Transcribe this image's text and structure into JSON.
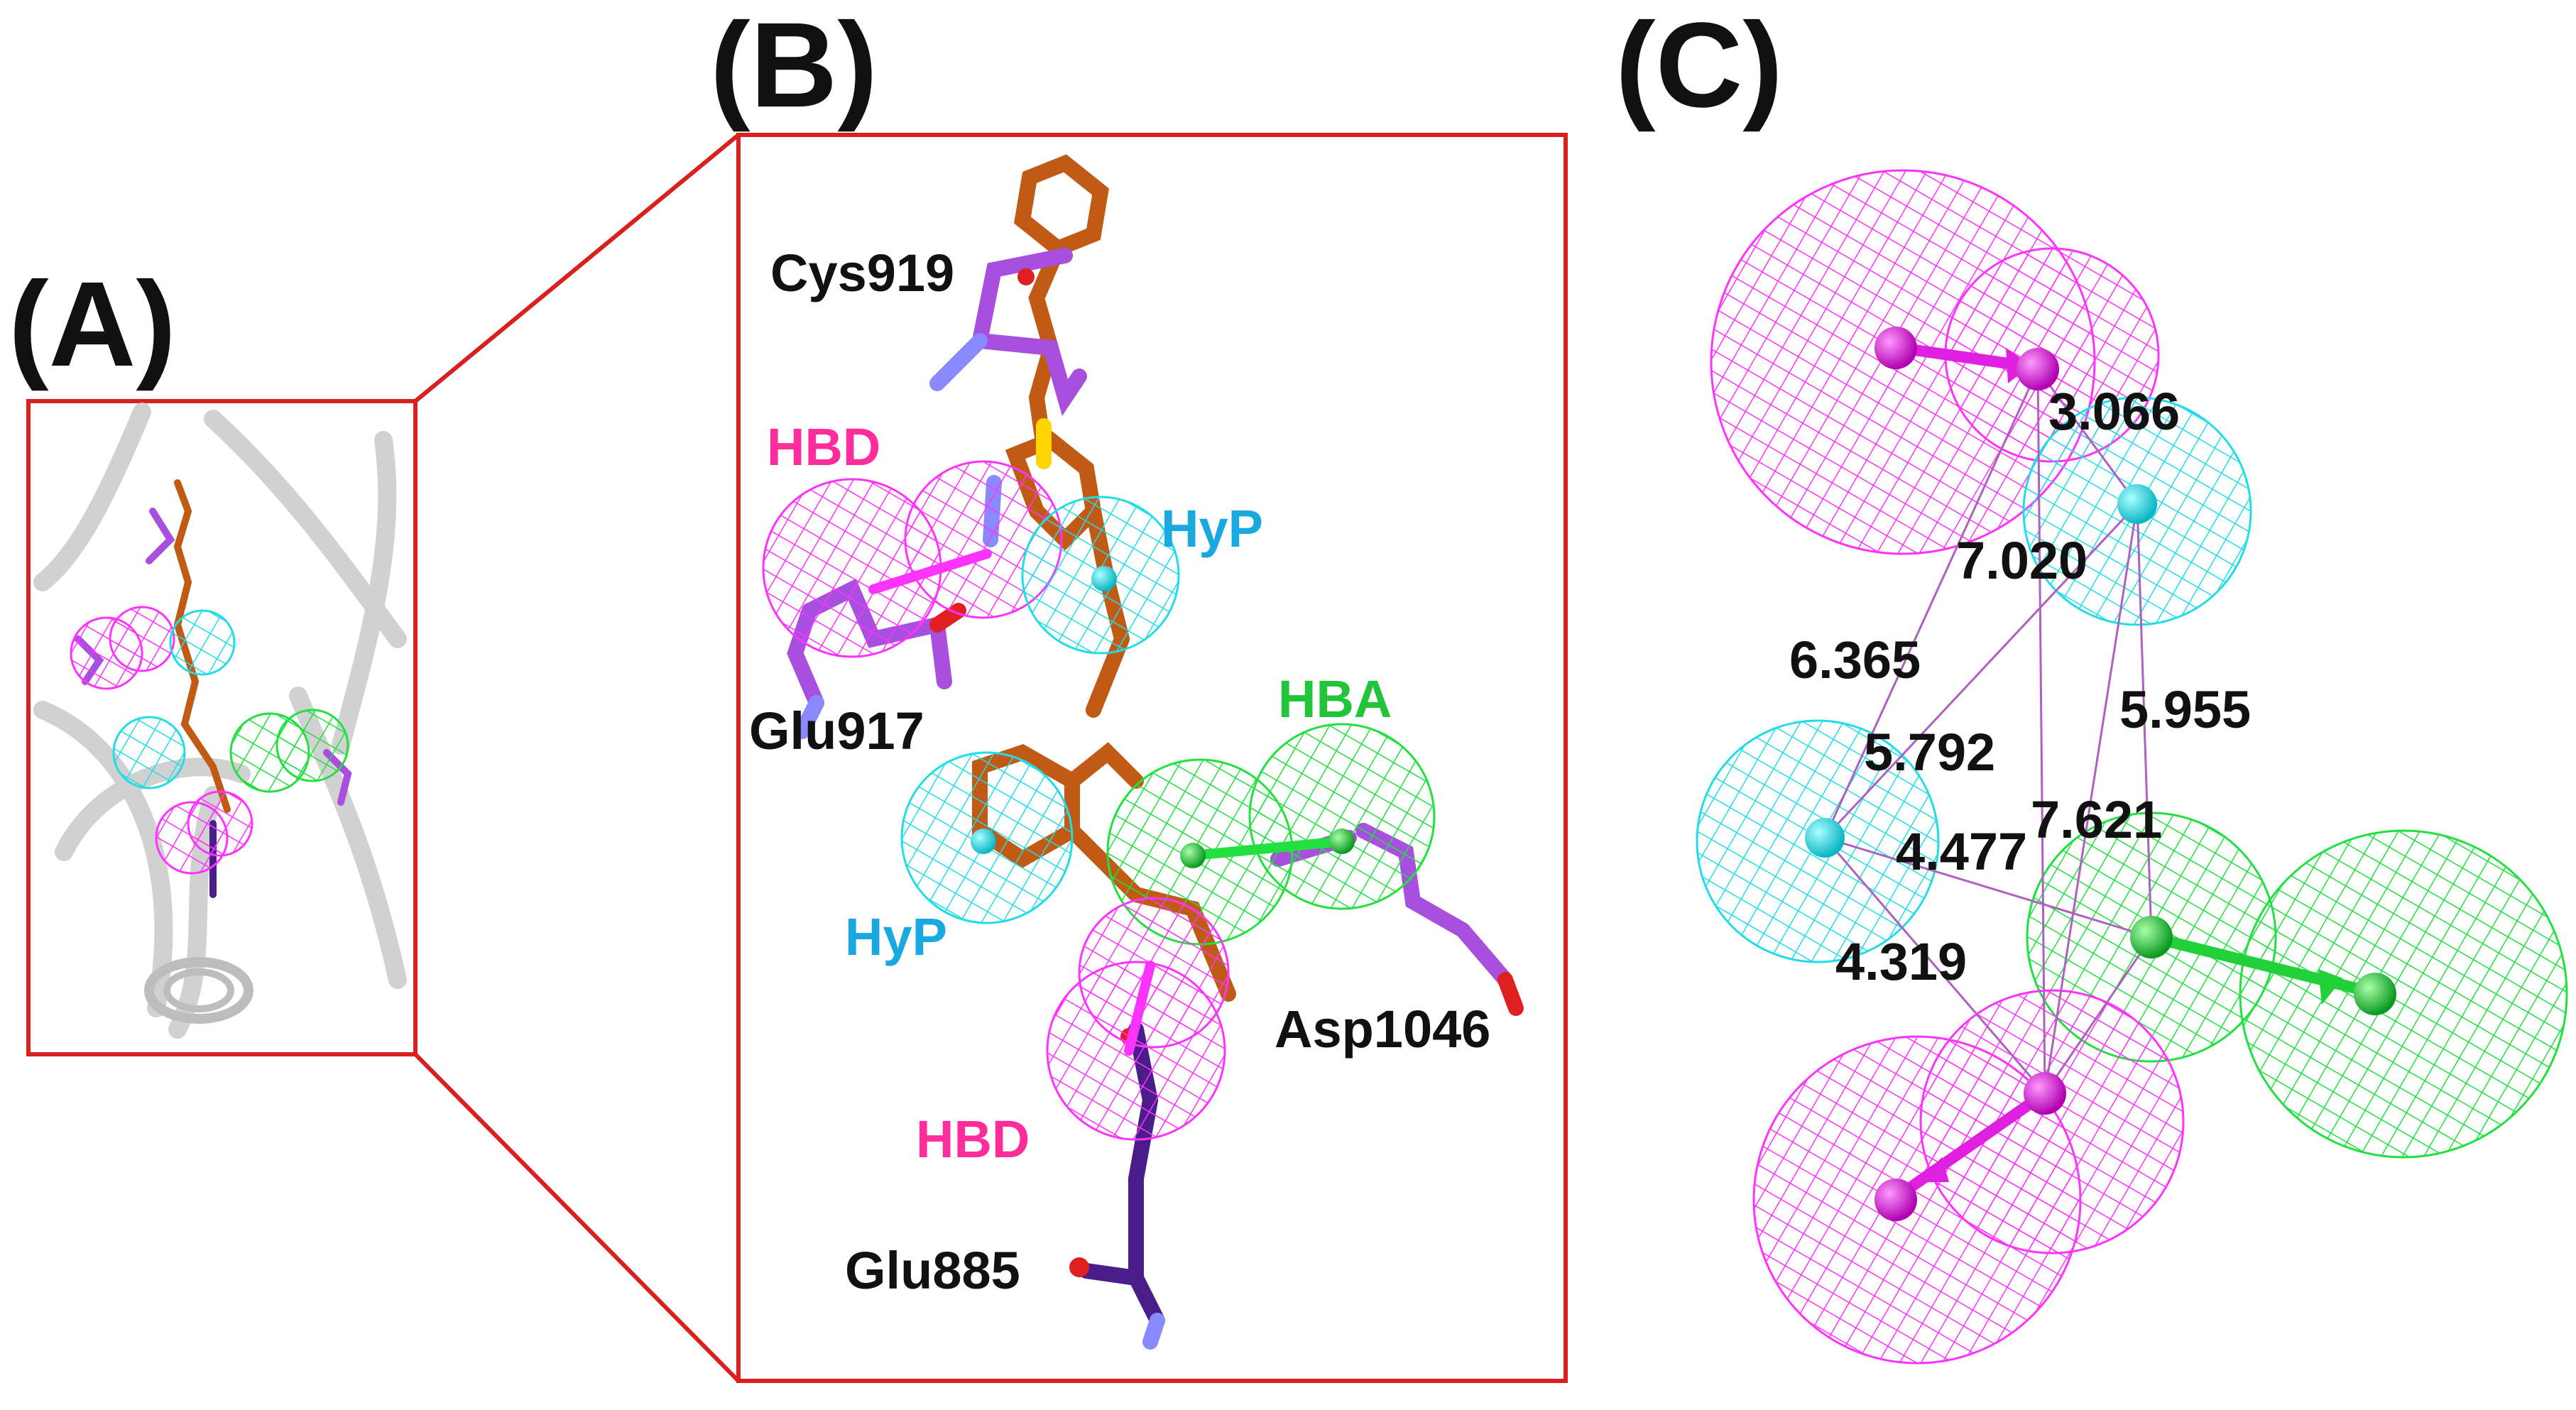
{
  "panels": {
    "a": {
      "label": "(A)"
    },
    "b": {
      "label": "(B)"
    },
    "c": {
      "label": "(C)"
    }
  },
  "residues": {
    "cys919": "Cys919",
    "glu917": "Glu917",
    "asp1046": "Asp1046",
    "glu885": "Glu885"
  },
  "features": {
    "hbd_top": "HBD",
    "hbd_bottom": "HBD",
    "hyp_top": "HyP",
    "hyp_bottom": "HyP",
    "hba": "HBA"
  },
  "distances": {
    "d1": "3.066",
    "d2": "7.020",
    "d3": "6.365",
    "d4": "5.792",
    "d5": "5.955",
    "d6": "4.477",
    "d7": "7.621",
    "d8": "4.319"
  },
  "colors": {
    "hbd": "#ff33ff",
    "hbd_label": "#ff2d9b",
    "hyp": "#22dde8",
    "hyp_label": "#1aa8e0",
    "hba": "#22e040",
    "ligand": "#c05a14",
    "residue": "#a84fe0",
    "residue_dark": "#4a1d8a",
    "frame": "#d9201f"
  }
}
